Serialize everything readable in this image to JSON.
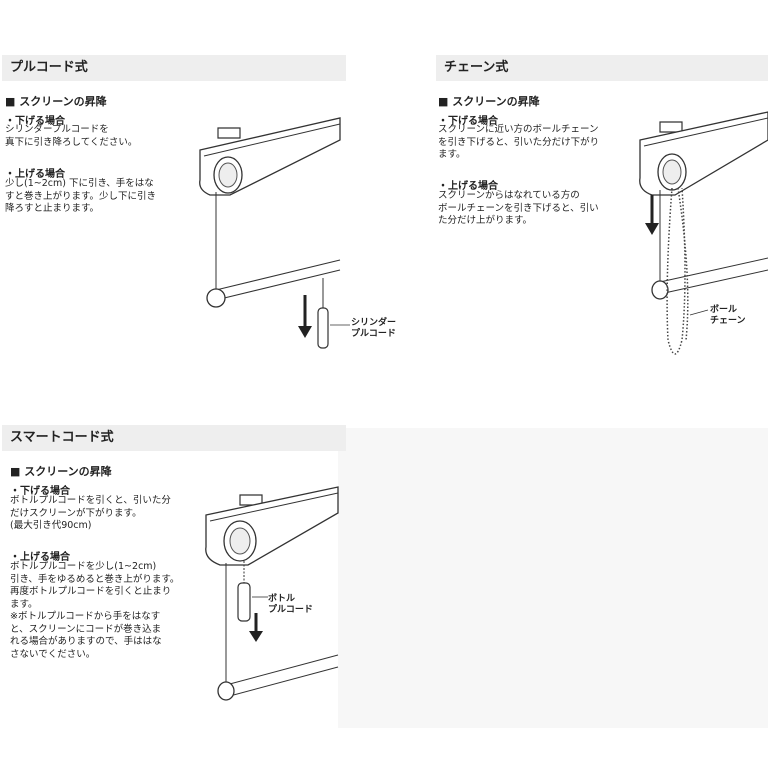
{
  "pull": {
    "title": "プルコード式",
    "sub": "■ スクリーンの昇降",
    "down_label": "・下げる場合",
    "down_text": "シリンダープルコードを\n真下に引き降ろしてください。",
    "up_label": "・上げる場合",
    "up_text": "少し(1~2cm) 下に引き、手をはな\nすと巻き上がります。少し下に引き\n降ろすと止まります。",
    "cord_label": "シリンダー\nプルコード"
  },
  "chain": {
    "title": "チェーン式",
    "sub": "■ スクリーンの昇降",
    "down_label": "・下げる場合",
    "down_text": "スクリーンに近い方のボールチェーン\nを引き下げると、引いた分だけ下がり\nます。",
    "up_label": "・上げる場合",
    "up_text": "スクリーンからはなれている方の\nボールチェーンを引き下げると、引い\nた分だけ上がります。",
    "chain_label": "ボール\nチェーン"
  },
  "smart": {
    "title": "スマートコード式",
    "sub": "■ スクリーンの昇降",
    "down_label": "・下げる場合",
    "down_text": "ボトルプルコードを引くと、引いた分\nだけスクリーンが下がります。\n(最大引き代90cm)",
    "up_label": "・上げる場合",
    "up_text": "ボトルプルコードを少し(1~2cm)\n引き、手をゆるめると巻き上がります。\n再度ボトルプルコードを引くと止まり\nます。\n※ボトルプルコードから手をはなす\n  と、スクリーンにコードが巻き込ま\n  れる場合がありますので、手ははな\n  さないでください。",
    "cord_label": "ボトル\nプルコード"
  }
}
